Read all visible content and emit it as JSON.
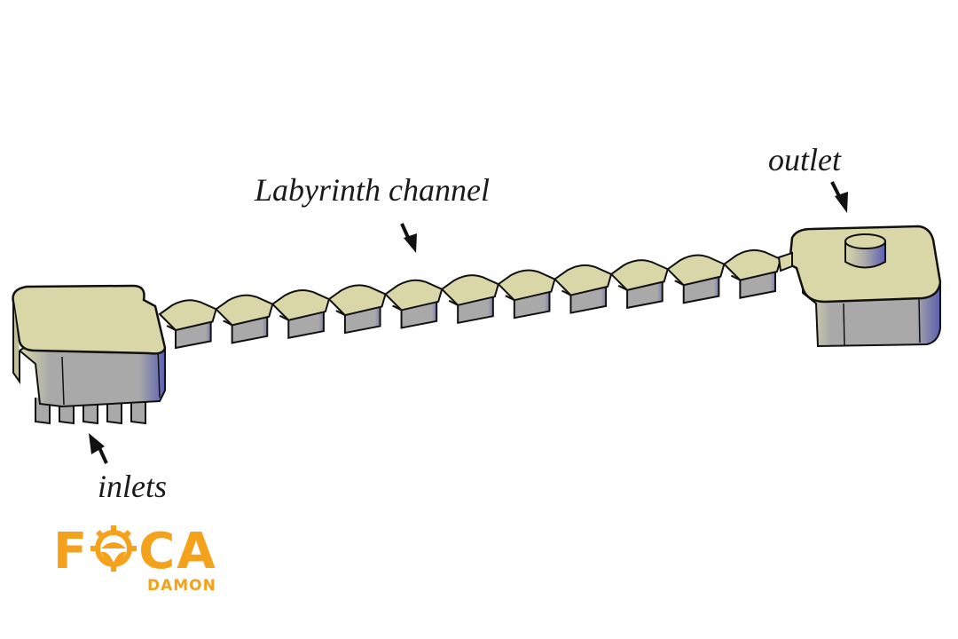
{
  "diagram": {
    "title": "Labyrinth channel emitter structure",
    "labels": {
      "labyrinth": "Labyrinth channel",
      "outlet": "outlet",
      "inlets": "inlets"
    },
    "components": [
      "inlet-block",
      "labyrinth-channel",
      "outlet-block",
      "outlet-cylinder"
    ],
    "inlet_count": 5,
    "channel_zigzag_count": 11,
    "colors": {
      "top_face": "#d9d7a8",
      "side_face": "#a9a9a9",
      "side_shade": "#5c5fb0",
      "outline": "#111111",
      "arrow": "#111111",
      "logo": "#f4a21c"
    }
  },
  "logo": {
    "main_prefix": "F",
    "main_suffix": "CA",
    "sub": "DAMON"
  }
}
